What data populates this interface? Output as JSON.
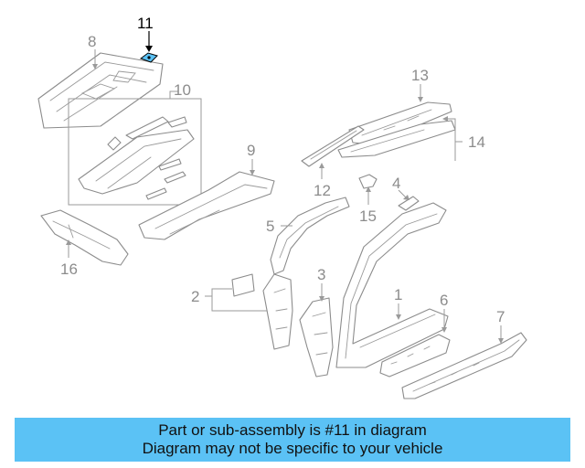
{
  "diagram": {
    "highlighted_part": "11",
    "highlight_color": "#5bc2f5",
    "callouts": {
      "c1": "1",
      "c2": "2",
      "c3": "3",
      "c4": "4",
      "c5": "5",
      "c6": "6",
      "c7": "7",
      "c8": "8",
      "c9": "9",
      "c10": "10",
      "c11": "11",
      "c12": "12",
      "c13": "13",
      "c14": "14",
      "c15": "15",
      "c16": "16"
    }
  },
  "banner": {
    "line1": "Part or sub-assembly is #11 in diagram",
    "line2": "Diagram may not be specific to your vehicle",
    "background": "#5bc2f5"
  }
}
